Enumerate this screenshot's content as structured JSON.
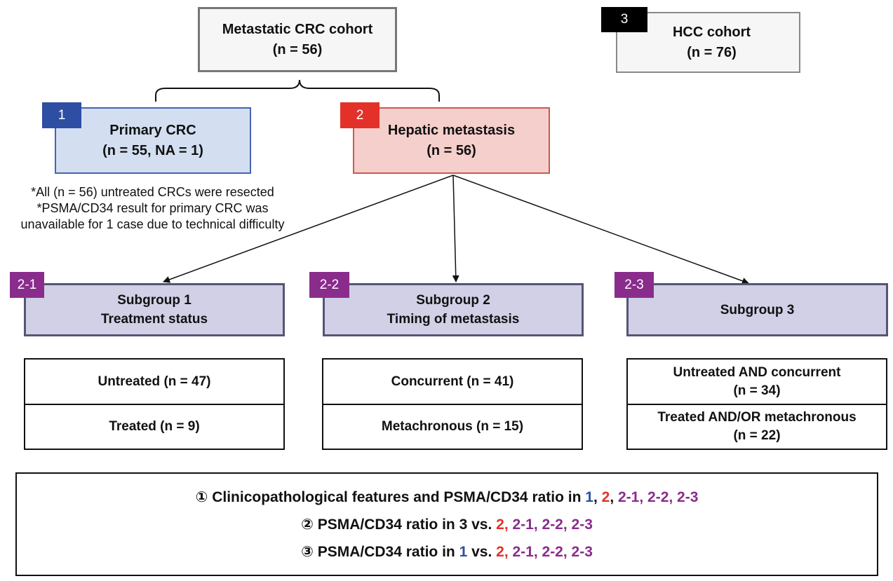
{
  "cohorts": {
    "crc": {
      "title": "Metastatic CRC cohort",
      "count": "(n = 56)"
    },
    "hcc": {
      "tag": "3",
      "title": "HCC cohort",
      "count": "(n = 76)"
    }
  },
  "groups": {
    "primary": {
      "tag": "1",
      "title": "Primary CRC",
      "count": "(n = 55, NA = 1)"
    },
    "hepatic": {
      "tag": "2",
      "title": "Hepatic metastasis",
      "count": "(n = 56)"
    }
  },
  "notes": [
    "*All (n = 56) untreated CRCs were resected",
    "*PSMA/CD34 result for primary CRC was",
    "unavailable for 1 case due to technical difficulty"
  ],
  "subgroups": [
    {
      "tag": "2-1",
      "line1": "Subgroup 1",
      "line2": "Treatment status",
      "rows": [
        "Untreated (n = 47)",
        "Treated (n = 9)"
      ]
    },
    {
      "tag": "2-2",
      "line1": "Subgroup 2",
      "line2": "Timing of metastasis",
      "rows": [
        "Concurrent (n = 41)",
        "Metachronous (n = 15)"
      ]
    },
    {
      "tag": "2-3",
      "line1": "Subgroup 3",
      "rows": [
        {
          "a": "Untreated AND concurrent",
          "b": "(n = 34)"
        },
        {
          "a": "Treated AND/OR metachronous",
          "b": "(n = 22)"
        }
      ]
    }
  ],
  "summary": {
    "line1": {
      "prefix": "① Clinicopathological features and PSMA/CD34 ratio in ",
      "g1": "1",
      "s1": ", ",
      "g2": "2",
      "s2": ", ",
      "g3": "2-1, 2-2, 2-3"
    },
    "line2": {
      "prefix": "② PSMA/CD34 ratio in 3 vs. ",
      "g2": "2,",
      "g3": " 2-1, 2-2, 2-3"
    },
    "line3": {
      "prefix": "③ PSMA/CD34 ratio in ",
      "g1": "1",
      "mid": " vs. ",
      "g2": "2,",
      "g3": " 2-1, 2-2, 2-3"
    }
  },
  "colors": {
    "group1": "#2e4ea3",
    "group2": "#e3312a",
    "subgroup": "#8a2c8c",
    "cohort_fill": "#f5f6f5",
    "primary_fill": "#d3dff1",
    "hepatic_fill": "#f5cfcb",
    "subgroup_fill": "#d1d0e6"
  }
}
